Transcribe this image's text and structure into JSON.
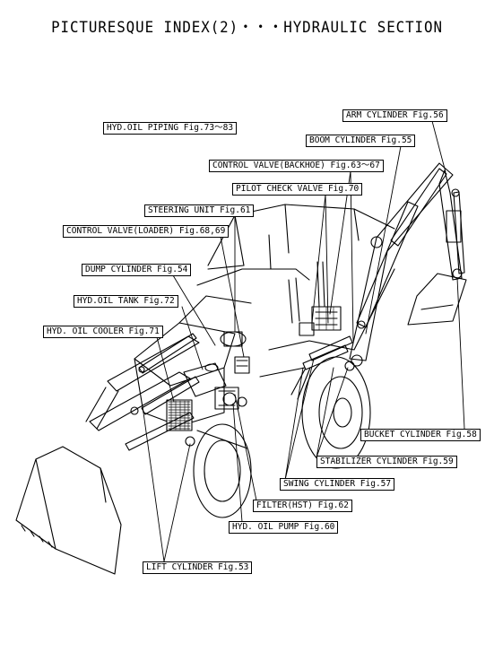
{
  "title": "PICTURESQUE INDEX(2)・・・HYDRAULIC SECTION",
  "callouts": {
    "hyd_oil_piping": "HYD.OIL PIPING Fig.73〜83",
    "arm_cylinder": "ARM CYLINDER Fig.56",
    "boom_cylinder": "BOOM CYLINDER Fig.55",
    "control_valve_backhoe": "CONTROL VALVE(BACKHOE) Fig.63〜67",
    "pilot_check_valve": "PILOT CHECK VALVE Fig.70",
    "steering_unit": "STEERING UNIT Fig.61",
    "control_valve_loader": "CONTROL VALVE(LOADER) Fig.68,69",
    "dump_cylinder": "DUMP CYLINDER Fig.54",
    "hyd_oil_tank": "HYD.OIL TANK Fig.72",
    "hyd_oil_cooler": "HYD. OIL COOLER Fig.71",
    "bucket_cylinder": "BUCKET CYLINDER Fig.58",
    "stabilizer_cylinder": "STABILIZER CYLINDER Fig.59",
    "swing_cylinder": "SWING CYLINDER Fig.57",
    "filter_hst": "FILTER(HST) Fig.62",
    "hyd_oil_pump": "HYD. OIL PUMP Fig.60",
    "lift_cylinder": "LIFT CYLINDER Fig.53"
  }
}
